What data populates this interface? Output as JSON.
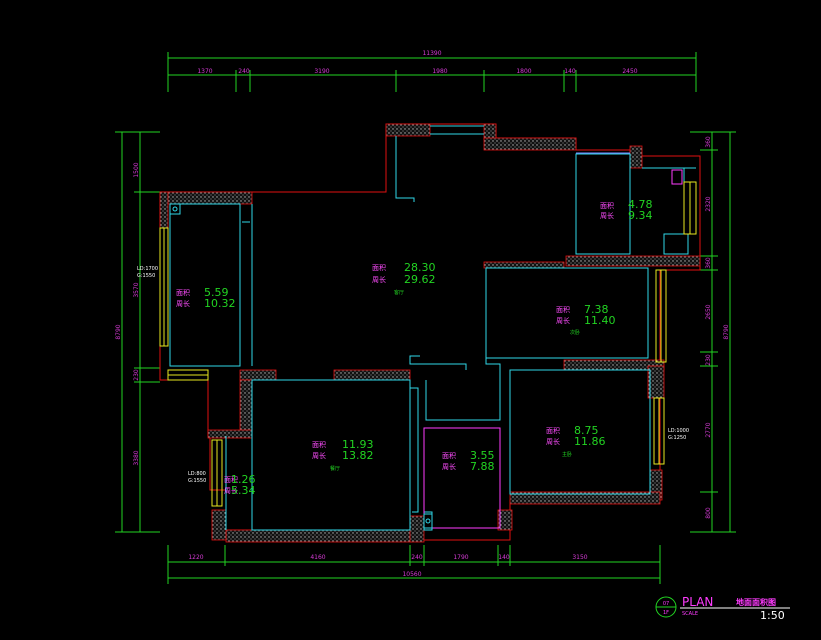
{
  "dimensions": {
    "top_total": "11390",
    "top_segments": [
      "1370",
      "240",
      "3190",
      "1980",
      "1800",
      "140",
      "2450"
    ],
    "bottom_total": "10560",
    "bottom_segments": [
      "1220",
      "4160",
      "240",
      "1790",
      "140",
      "3150"
    ],
    "left_total": "8790",
    "left_segments": [
      "1500",
      "3570",
      "230",
      "3380"
    ],
    "right_total": "8790",
    "right_segments": [
      "360",
      "2320",
      "360",
      "2650",
      "230",
      "2770",
      "800"
    ]
  },
  "rooms": [
    {
      "label_a": "面积",
      "label_b": "周长",
      "area": "28.30",
      "perimeter": "29.62",
      "tag": "客厅"
    },
    {
      "label_a": "面积",
      "label_b": "周长",
      "area": "4.78",
      "perimeter": "9.34",
      "tag": ""
    },
    {
      "label_a": "面积",
      "label_b": "周长",
      "area": "5.59",
      "perimeter": "10.32",
      "tag": ""
    },
    {
      "label_a": "面积",
      "label_b": "周长",
      "area": "7.38",
      "perimeter": "11.40",
      "tag": "次卧"
    },
    {
      "label_a": "面积",
      "label_b": "周长",
      "area": "8.75",
      "perimeter": "11.86",
      "tag": "主卧"
    },
    {
      "label_a": "面积",
      "label_b": "周长",
      "area": "11.93",
      "perimeter": "13.82",
      "tag": "餐厅"
    },
    {
      "label_a": "面积",
      "label_b": "周长",
      "area": "3.55",
      "perimeter": "7.88",
      "tag": ""
    },
    {
      "label_a": "面积",
      "label_b": "周长",
      "area": "1.26",
      "perimeter": "5.34",
      "tag": ""
    }
  ],
  "windows": [
    {
      "line1": "LD:1700",
      "line2": "G:1550"
    },
    {
      "line1": "LD:1000",
      "line2": "G:1250"
    },
    {
      "line1": "LD:800",
      "line2": "G:1550"
    }
  ],
  "title": {
    "circle_top": "07",
    "circle_bottom": "1F",
    "plan": "PLAN",
    "scale_word": "SCALE",
    "name": "地面面积图",
    "scale": "1:50"
  }
}
